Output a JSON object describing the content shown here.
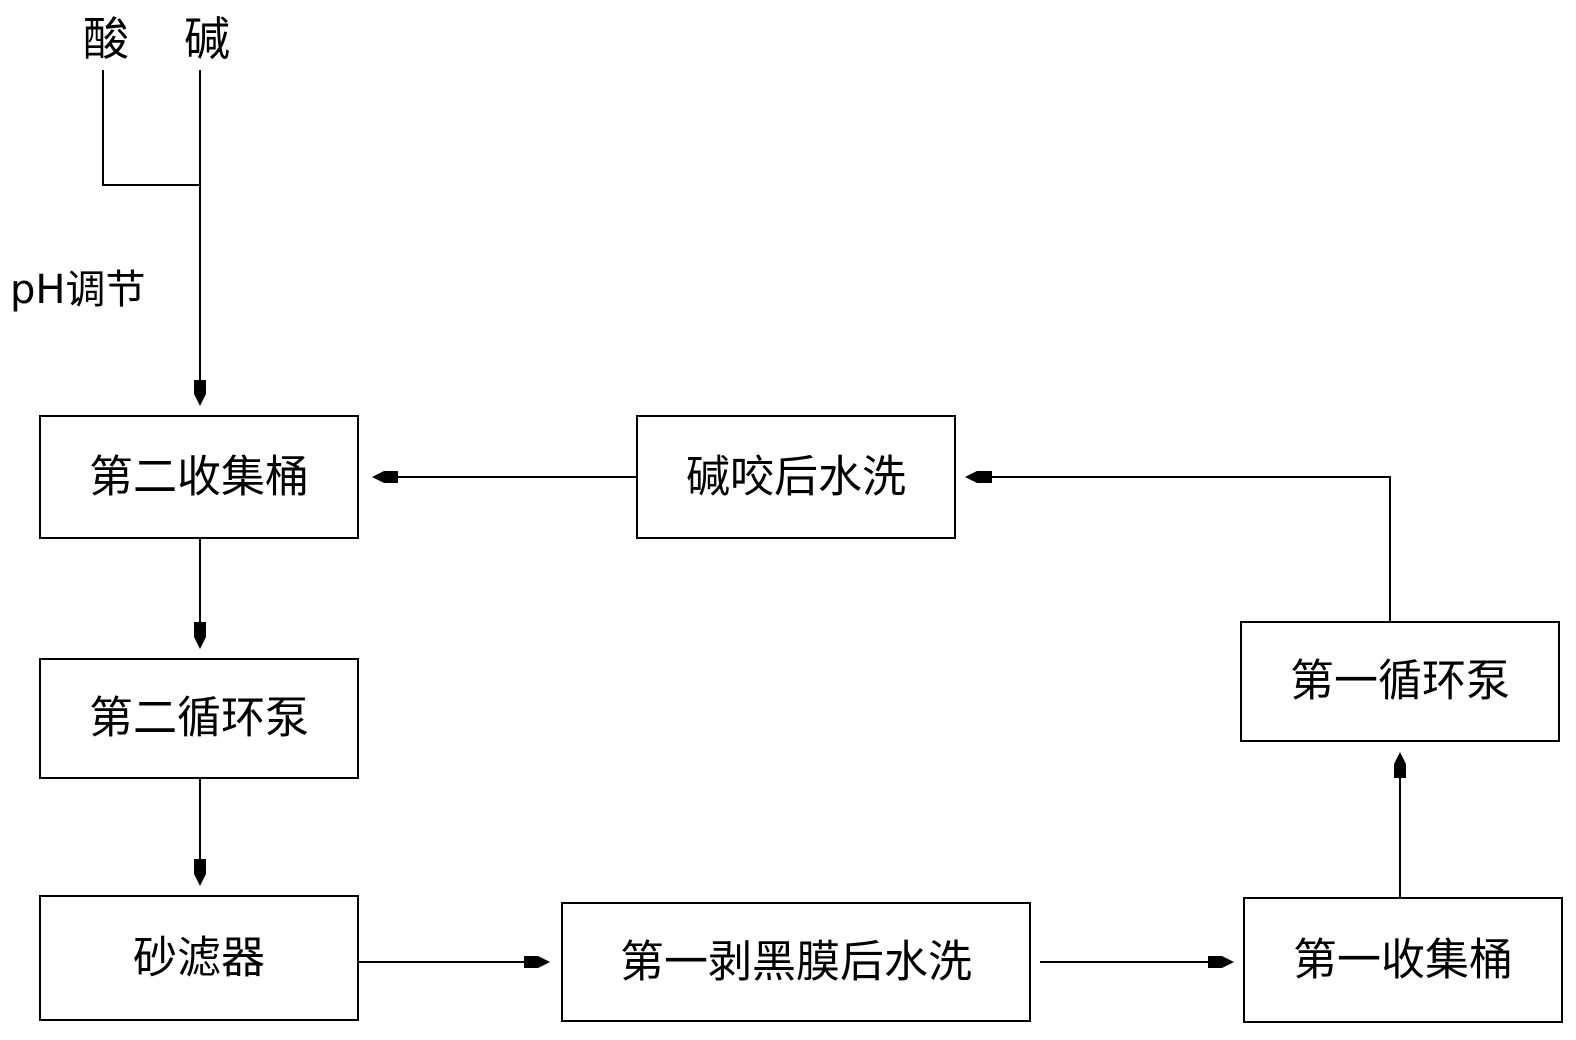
{
  "inputs": {
    "acid": "酸",
    "base": "碱",
    "ph_adjust": "pH调节"
  },
  "nodes": {
    "second_collection_tank": "第二收集桶",
    "alkali_etch_wash": "碱咬后水洗",
    "second_circulation_pump": "第二循环泵",
    "first_circulation_pump": "第一循环泵",
    "sand_filter": "砂滤器",
    "first_strip_black_film_wash": "第一剥黑膜后水洗",
    "first_collection_tank": "第一收集桶"
  },
  "colors": {
    "line": "#000000",
    "box_border": "#000000",
    "background": "#ffffff"
  }
}
